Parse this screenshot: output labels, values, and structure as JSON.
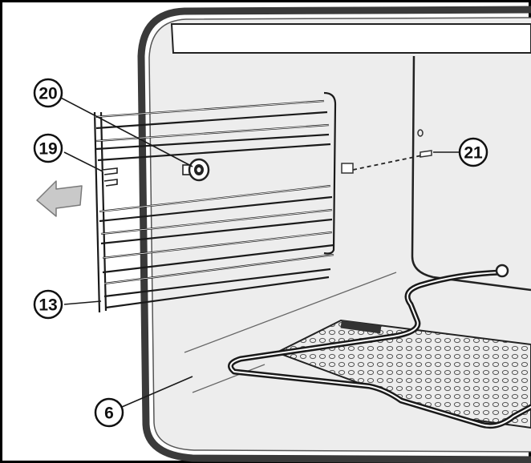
{
  "diagram": {
    "callouts": [
      {
        "id": "c20",
        "label": "20"
      },
      {
        "id": "c19",
        "label": "19"
      },
      {
        "id": "c21",
        "label": "21"
      },
      {
        "id": "c13",
        "label": "13"
      },
      {
        "id": "c6",
        "label": "6"
      }
    ],
    "icons": {
      "direction_arrow": "arrow-left-icon"
    },
    "colors": {
      "line": "#1a1a1a",
      "oven_wall": "#e9e9e9",
      "oven_frame": "#3a3a3a",
      "arrow_fill": "#c9c9c9"
    }
  }
}
